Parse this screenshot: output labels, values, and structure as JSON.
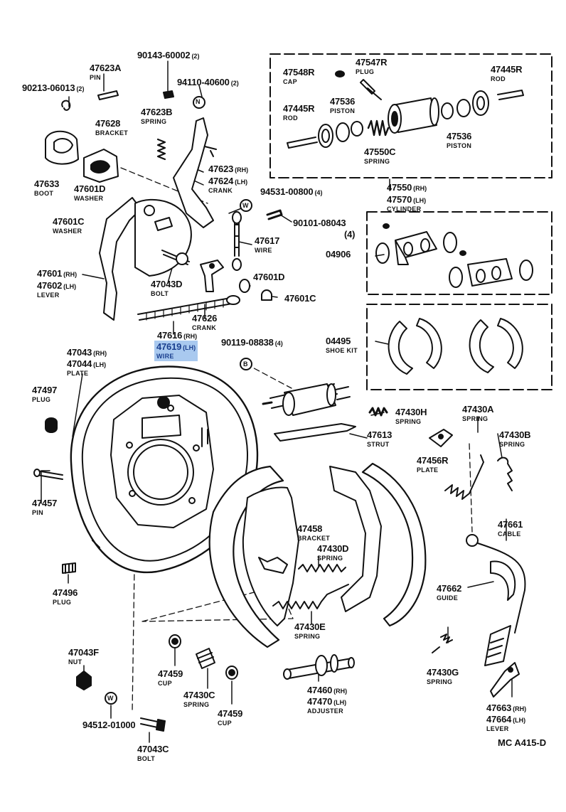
{
  "diagram_code": "MC A415-D",
  "highlight_color": "#a9c9ef",
  "parts": [
    {
      "id": "p01",
      "number": "90143-60002",
      "suffix": "(2)",
      "name": ""
    },
    {
      "id": "p02",
      "number": "47623A",
      "suffix": "",
      "name": "PIN"
    },
    {
      "id": "p03",
      "number": "90213-06013",
      "suffix": "(2)",
      "name": ""
    },
    {
      "id": "p04",
      "number": "94110-40600",
      "suffix": "(2)",
      "name": ""
    },
    {
      "id": "p05",
      "number": "47628",
      "suffix": "",
      "name": "BRACKET"
    },
    {
      "id": "p06",
      "number": "47623B",
      "suffix": "",
      "name": "SPRING"
    },
    {
      "id": "p07",
      "number": "47633",
      "suffix": "",
      "name": "BOOT"
    },
    {
      "id": "p08",
      "number": "47623",
      "suffix": "(RH)",
      "name": ""
    },
    {
      "id": "p09",
      "number": "47624",
      "suffix": "(LH)",
      "name": "CRANK"
    },
    {
      "id": "p10",
      "number": "47601D",
      "suffix": "",
      "name": "WASHER"
    },
    {
      "id": "p11",
      "number": "94531-00800",
      "suffix": "(4)",
      "name": ""
    },
    {
      "id": "p12",
      "number": "90101-08043",
      "suffix": "",
      "name": ""
    },
    {
      "id": "p13",
      "number": "(4)",
      "suffix": "",
      "name": ""
    },
    {
      "id": "p14",
      "number": "47601C",
      "suffix": "",
      "name": "WASHER"
    },
    {
      "id": "p15",
      "number": "47617",
      "suffix": "",
      "name": "WIRE"
    },
    {
      "id": "p16",
      "number": "47601",
      "suffix": "(RH)",
      "name": ""
    },
    {
      "id": "p17",
      "number": "47602",
      "suffix": "(LH)",
      "name": "LEVER"
    },
    {
      "id": "p18",
      "number": "47043D",
      "suffix": "",
      "name": "BOLT"
    },
    {
      "id": "p19",
      "number": "47601D",
      "suffix": "",
      "name": ""
    },
    {
      "id": "p20",
      "number": "47601C",
      "suffix": "",
      "name": ""
    },
    {
      "id": "p21",
      "number": "47626",
      "suffix": "",
      "name": "CRANK"
    },
    {
      "id": "p22",
      "number": "47616",
      "suffix": "(RH)",
      "name": ""
    },
    {
      "id": "p23",
      "number": "47619",
      "suffix": "(LH)",
      "name": "WIRE",
      "highlight": true
    },
    {
      "id": "p24",
      "number": "90119-08838",
      "suffix": "(4)",
      "name": ""
    },
    {
      "id": "p25",
      "number": "47043",
      "suffix": "(RH)",
      "name": ""
    },
    {
      "id": "p26",
      "number": "47044",
      "suffix": "(LH)",
      "name": "PLATE"
    },
    {
      "id": "p27",
      "number": "47497",
      "suffix": "",
      "name": "PLUG"
    },
    {
      "id": "p28",
      "number": "47548R",
      "suffix": "",
      "name": "CAP"
    },
    {
      "id": "p29",
      "number": "47547R",
      "suffix": "",
      "name": "PLUG"
    },
    {
      "id": "p30",
      "number": "47445R",
      "suffix": "",
      "name": "ROD"
    },
    {
      "id": "p31",
      "number": "47445R",
      "suffix": "",
      "name": "ROD"
    },
    {
      "id": "p32",
      "number": "47536",
      "suffix": "",
      "name": "PISTON"
    },
    {
      "id": "p33",
      "number": "47536",
      "suffix": "",
      "name": "PISTON"
    },
    {
      "id": "p34",
      "number": "47550C",
      "suffix": "",
      "name": "SPRING"
    },
    {
      "id": "p35",
      "number": "47550",
      "suffix": "(RH)",
      "name": ""
    },
    {
      "id": "p36",
      "number": "47570",
      "suffix": "(LH)",
      "name": "CYLINDER"
    },
    {
      "id": "p37",
      "number": "04906",
      "suffix": "",
      "name": ""
    },
    {
      "id": "p38",
      "number": "04495",
      "suffix": "",
      "name": "SHOE KIT"
    },
    {
      "id": "p39",
      "number": "47430H",
      "suffix": "",
      "name": "SPRING"
    },
    {
      "id": "p40",
      "number": "47430A",
      "suffix": "",
      "name": "SPRING"
    },
    {
      "id": "p41",
      "number": "47613",
      "suffix": "",
      "name": "STRUT"
    },
    {
      "id": "p42",
      "number": "47430B",
      "suffix": "",
      "name": "SPRING"
    },
    {
      "id": "p43",
      "number": "47456R",
      "suffix": "",
      "name": "PLATE"
    },
    {
      "id": "p44",
      "number": "47457",
      "suffix": "",
      "name": "PIN"
    },
    {
      "id": "p45",
      "number": "47458",
      "suffix": "",
      "name": "BRACKET"
    },
    {
      "id": "p46",
      "number": "47430D",
      "suffix": "",
      "name": "SPRING"
    },
    {
      "id": "p47",
      "number": "47661",
      "suffix": "",
      "name": "CABLE"
    },
    {
      "id": "p48",
      "number": "47496",
      "suffix": "",
      "name": "PLUG"
    },
    {
      "id": "p49",
      "number": "47662",
      "suffix": "",
      "name": "GUIDE"
    },
    {
      "id": "p50",
      "number": "47430E",
      "suffix": "",
      "name": "SPRING"
    },
    {
      "id": "p51",
      "number": "47043F",
      "suffix": "",
      "name": "NUT"
    },
    {
      "id": "p52",
      "number": "47459",
      "suffix": "",
      "name": "CUP"
    },
    {
      "id": "p53",
      "number": "47430C",
      "suffix": "",
      "name": "SPRING"
    },
    {
      "id": "p54",
      "number": "47430G",
      "suffix": "",
      "name": "SPRING"
    },
    {
      "id": "p55",
      "number": "47460",
      "suffix": "(RH)",
      "name": ""
    },
    {
      "id": "p56",
      "number": "47470",
      "suffix": "(LH)",
      "name": "ADJUSTER"
    },
    {
      "id": "p57",
      "number": "94512-01000",
      "suffix": "",
      "name": ""
    },
    {
      "id": "p58",
      "number": "47459",
      "suffix": "",
      "name": "CUP"
    },
    {
      "id": "p59",
      "number": "47663",
      "suffix": "(RH)",
      "name": ""
    },
    {
      "id": "p60",
      "number": "47664",
      "suffix": "(LH)",
      "name": "LEVER"
    },
    {
      "id": "p61",
      "number": "47043C",
      "suffix": "",
      "name": "BOLT"
    }
  ],
  "symbols": {
    "n": "N",
    "w": "W",
    "b": "B"
  }
}
